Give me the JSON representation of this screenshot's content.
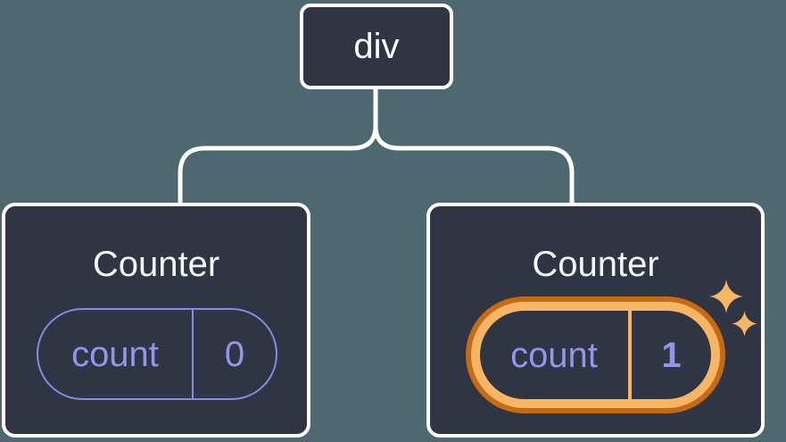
{
  "tree": {
    "root": {
      "label": "div"
    },
    "children": [
      {
        "title": "Counter",
        "state": {
          "key": "count",
          "value": "0"
        },
        "highlighted": false
      },
      {
        "title": "Counter",
        "state": {
          "key": "count",
          "value": "1"
        },
        "highlighted": true
      }
    ]
  },
  "icons": {
    "sparkles": "sparkles-icon"
  },
  "colors": {
    "background": "#4d6870",
    "node_fill": "#2f3542",
    "node_border": "#ffffff",
    "title_text": "#f5f6f7",
    "state_accent": "#848be6",
    "state_text": "#8f96ec",
    "highlight_dark": "#c56a15",
    "highlight_light": "#f8b563"
  }
}
